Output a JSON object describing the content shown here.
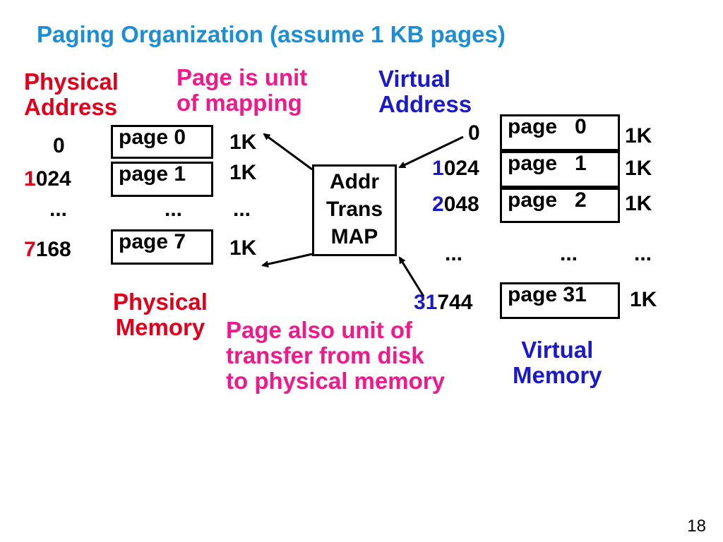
{
  "title": "Paging Organization (assume 1 KB pages)",
  "physical_address_label": [
    "Physical",
    "Address"
  ],
  "page_unit_label": [
    "Page is unit",
    "of mapping"
  ],
  "virtual_address_label": [
    "Virtual",
    "Address"
  ],
  "physical_addresses": [
    {
      "prefix": "",
      "rest": "0"
    },
    {
      "prefix": "1",
      "rest": "024"
    },
    {
      "prefix": "",
      "rest": "..."
    },
    {
      "prefix": "7",
      "rest": "168"
    }
  ],
  "physical_pages": [
    "page 0",
    "page 1",
    "page 7"
  ],
  "physical_sizes": [
    "1K",
    "1K",
    "1K"
  ],
  "physical_dots": [
    "...",
    "..."
  ],
  "map_lines": [
    "Addr",
    "Trans",
    "MAP"
  ],
  "virtual_addresses": [
    {
      "prefix": "",
      "rest": "0"
    },
    {
      "prefix": "1",
      "rest": "024"
    },
    {
      "prefix": "2",
      "rest": "048"
    },
    {
      "prefix": "",
      "rest": "..."
    },
    {
      "prefix": "31",
      "rest": "744"
    }
  ],
  "virtual_pages": [
    "page   0",
    "page   1",
    "page   2",
    "page 31"
  ],
  "virtual_sizes": [
    "1K",
    "1K",
    "1K",
    "1K"
  ],
  "virtual_dots": [
    "...",
    "..."
  ],
  "physical_memory_label": [
    "Physical",
    "Memory"
  ],
  "transfer_label": [
    "Page also unit of",
    "transfer from disk",
    "to physical memory"
  ],
  "virtual_memory_label": [
    "Virtual",
    "Memory"
  ],
  "page_number": "18",
  "colors": {
    "title": "#1a8fd8",
    "physical": "#e0001b",
    "virtual": "#1a1ac8",
    "note": "#ee1a8c"
  }
}
